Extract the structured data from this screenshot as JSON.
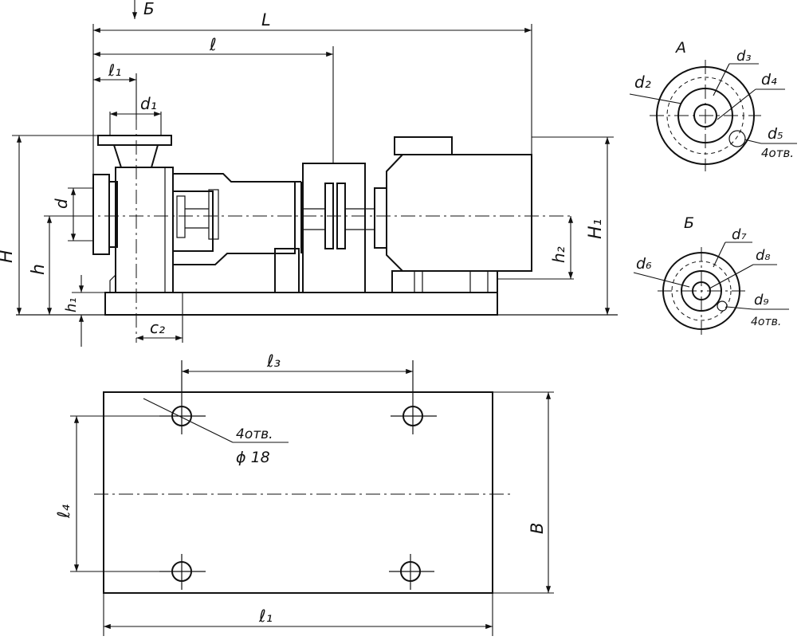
{
  "side_view": {
    "labels": {
      "L": "L",
      "l": "ℓ",
      "l1_top": "ℓ₁",
      "d1": "d₁",
      "d": "d",
      "H": "H",
      "h": "h",
      "h1": "h₁",
      "c2": "c₂",
      "h2": "h₂",
      "H1": "H₁",
      "view_B_marker": "Б"
    }
  },
  "flange_A": {
    "title": "А",
    "labels": {
      "d2": "d₂",
      "d3": "d₃",
      "d4": "d₄",
      "d5": "d₅",
      "holes": "4отв."
    }
  },
  "flange_B": {
    "title": "Б",
    "labels": {
      "d6": "d₆",
      "d7": "d₇",
      "d8": "d₈",
      "d9": "d₉",
      "holes": "4отв."
    }
  },
  "plan_view": {
    "labels": {
      "l3": "ℓ₃",
      "l4": "ℓ₄",
      "B": "B",
      "l1": "ℓ₁",
      "holes_count": "4отв.",
      "hole_diameter": "ϕ 18"
    }
  }
}
